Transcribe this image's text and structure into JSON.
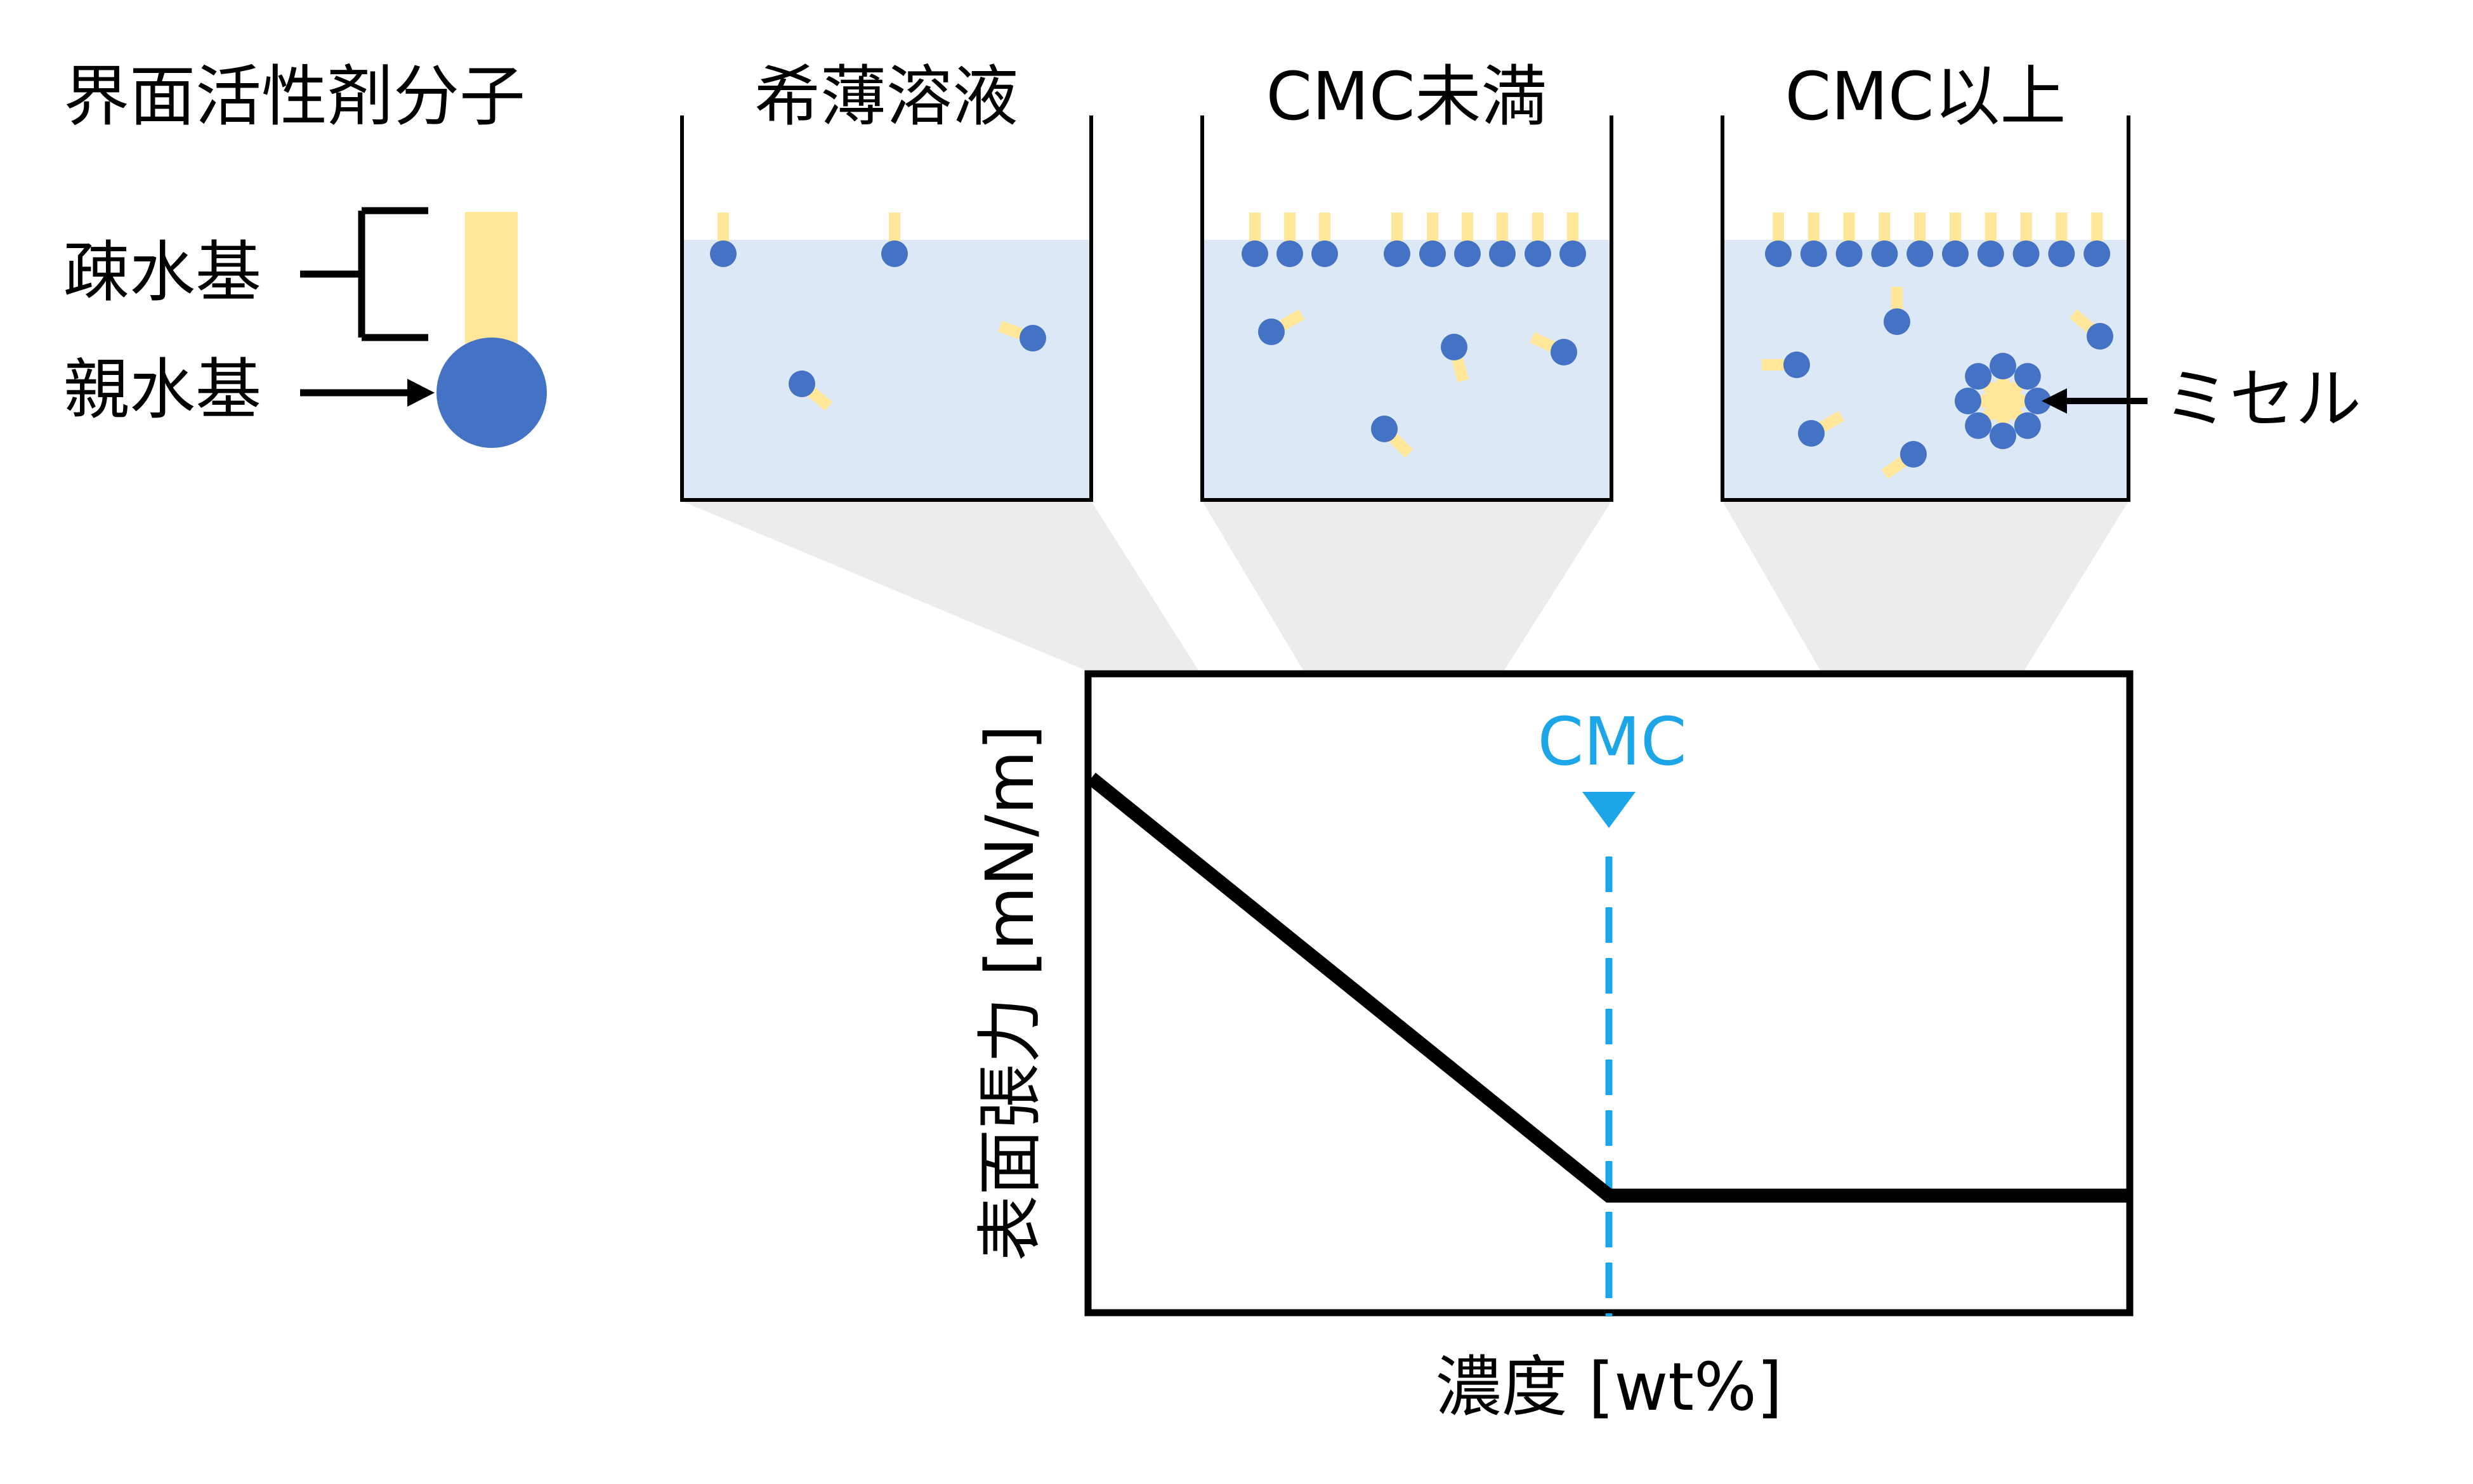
{
  "legend": {
    "title": "界面活性剤分子",
    "hydrophobic_label": "疎水基",
    "hydrophilic_label": "親水基"
  },
  "beakers": [
    {
      "title": "希薄溶液"
    },
    {
      "title": "CMC未満"
    },
    {
      "title": "CMC以上"
    }
  ],
  "micelle_label": "ミセル",
  "chart_data": {
    "type": "line",
    "title": "",
    "xlabel": "濃度 [wt%]",
    "ylabel": "表面張力 [mN/m]",
    "xlim": [
      0,
      1
    ],
    "ylim": [
      0,
      1
    ],
    "grid": false,
    "series": [
      {
        "x": [
          0,
          0.5,
          1
        ],
        "y": [
          0.84,
          0.18,
          0.18
        ]
      }
    ],
    "annotations": [
      {
        "text": "CMC",
        "x": 0.5,
        "marker": "triangle-down",
        "line": "dashed"
      }
    ]
  },
  "colors": {
    "water": "#dce8f5",
    "head": "#4472c4",
    "tail": "#ffe699",
    "projection": "#ececec",
    "cmc": "#1ca6e8",
    "line": "#000000"
  }
}
